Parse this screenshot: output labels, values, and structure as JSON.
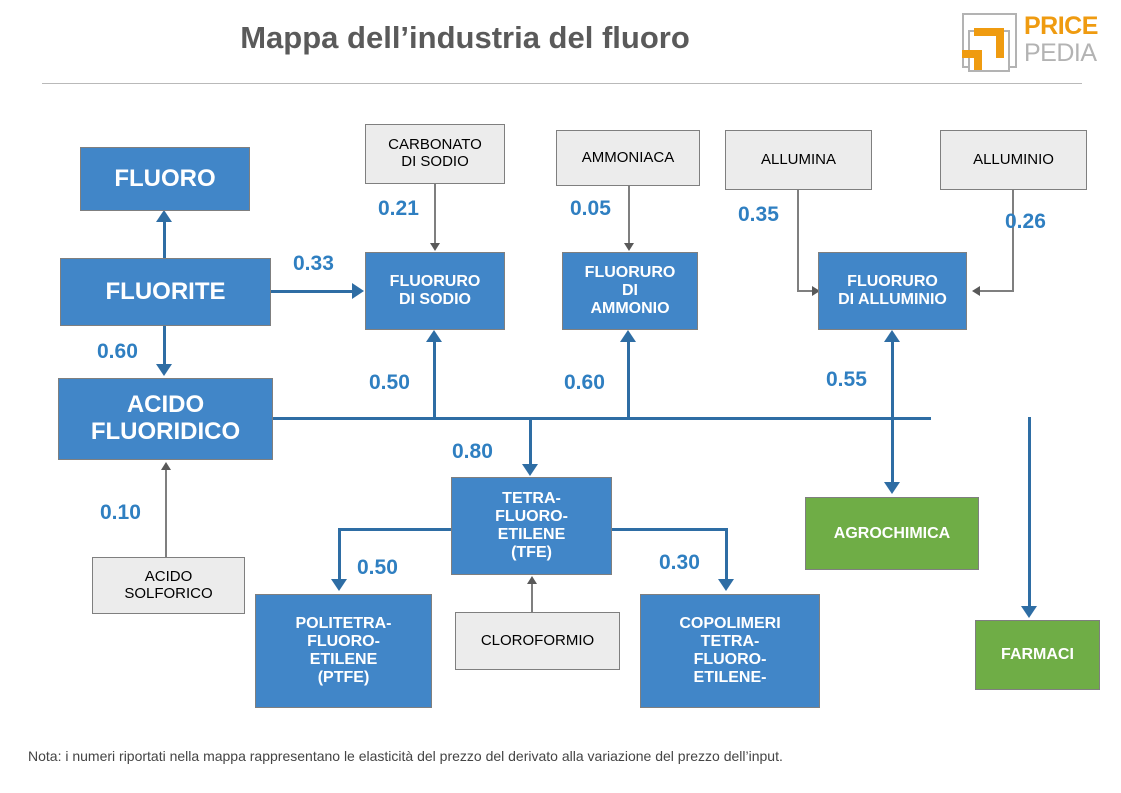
{
  "header": {
    "title": "Mappa dell’industria del fluoro",
    "logo_top": "PRICE",
    "logo_bottom": "PEDIA"
  },
  "footer": {
    "note": "Nota: i numeri riportati nella mappa rappresentano le elasticità del prezzo del derivato alla variazione del prezzo dell’input."
  },
  "colors": {
    "blue_node": "#4186c8",
    "grey_node": "#ececec",
    "green_node": "#6fad46",
    "connector": "#2e6da4",
    "connector_grey": "#7f7f7f",
    "label_blue": "#2f7fc1",
    "brand_orange": "#ef9b10",
    "title_grey": "#5a5a5a"
  },
  "chart_data": {
    "type": "diagram",
    "title": "Mappa dell’industria del fluoro",
    "nodes": [
      {
        "id": "fluoro",
        "label": "FLUORO",
        "kind": "blue"
      },
      {
        "id": "fluorite",
        "label": "FLUORITE",
        "kind": "blue"
      },
      {
        "id": "acido_fluoridico",
        "label": "ACIDO FLUORIDICO",
        "kind": "blue"
      },
      {
        "id": "acido_solforico",
        "label": "ACIDO SOLFORICO",
        "kind": "grey"
      },
      {
        "id": "carbonato_di_sodio",
        "label": "CARBONATO DI SODIO",
        "kind": "grey"
      },
      {
        "id": "fluoruro_di_sodio",
        "label": "FLUORURO DI SODIO",
        "kind": "blue"
      },
      {
        "id": "ammoniaca",
        "label": "AMMONIACA",
        "kind": "grey"
      },
      {
        "id": "fluoruro_di_ammonio",
        "label": "FLUORURO DI AMMONIO",
        "kind": "blue"
      },
      {
        "id": "allumina",
        "label": "ALLUMINA",
        "kind": "grey"
      },
      {
        "id": "alluminio",
        "label": "ALLUMINIO",
        "kind": "grey"
      },
      {
        "id": "fluoruro_di_alluminio",
        "label": "FLUORURO DI ALLUMINIO",
        "kind": "blue"
      },
      {
        "id": "tfe",
        "label": "TETRA-FLUORO-ETILENE (TFE)",
        "kind": "blue"
      },
      {
        "id": "cloroformio",
        "label": "CLOROFORMIO",
        "kind": "grey"
      },
      {
        "id": "ptfe",
        "label": "POLITETRA-FLUORO-ETILENE (PTFE)",
        "kind": "blue"
      },
      {
        "id": "copolimeri",
        "label": "COPOLIMERI TETRA-FLUORO-ETILENE-",
        "kind": "blue"
      },
      {
        "id": "agrochimica",
        "label": "AGROCHIMICA",
        "kind": "green"
      },
      {
        "id": "farmaci",
        "label": "FARMACI",
        "kind": "green"
      }
    ],
    "edges": [
      {
        "from": "fluorite",
        "to": "fluoro",
        "value": ""
      },
      {
        "from": "fluorite",
        "to": "fluoruro_di_sodio",
        "value": "0.33"
      },
      {
        "from": "fluorite",
        "to": "acido_fluoridico",
        "value": "0.60"
      },
      {
        "from": "acido_solforico",
        "to": "acido_fluoridico",
        "value": "0.10"
      },
      {
        "from": "carbonato_di_sodio",
        "to": "fluoruro_di_sodio",
        "value": "0.21"
      },
      {
        "from": "ammoniaca",
        "to": "fluoruro_di_ammonio",
        "value": "0.05"
      },
      {
        "from": "allumina",
        "to": "fluoruro_di_alluminio",
        "value": "0.35"
      },
      {
        "from": "alluminio",
        "to": "fluoruro_di_alluminio",
        "value": "0.26"
      },
      {
        "from": "acido_fluoridico",
        "to": "fluoruro_di_sodio",
        "value": "0.50"
      },
      {
        "from": "acido_fluoridico",
        "to": "fluoruro_di_ammonio",
        "value": "0.60"
      },
      {
        "from": "acido_fluoridico",
        "to": "fluoruro_di_alluminio",
        "value": "0.55"
      },
      {
        "from": "acido_fluoridico",
        "to": "tfe",
        "value": "0.80"
      },
      {
        "from": "acido_fluoridico",
        "to": "farmaci",
        "value": ""
      },
      {
        "from": "acido_fluoridico",
        "to": "agrochimica",
        "value": ""
      },
      {
        "from": "tfe",
        "to": "ptfe",
        "value": "0.50"
      },
      {
        "from": "tfe",
        "to": "copolimeri",
        "value": "0.30"
      },
      {
        "from": "cloroformio",
        "to": "tfe",
        "value": ""
      }
    ]
  },
  "nodes": {
    "fluoro": "FLUORO",
    "fluorite": "FLUORITE",
    "acido_fluoridico_l1": "ACIDO",
    "acido_fluoridico_l2": "FLUORIDICO",
    "acido_solforico_l1": "ACIDO",
    "acido_solforico_l2": "SOLFORICO",
    "carbonato_l1": "CARBONATO",
    "carbonato_l2": "DI SODIO",
    "fl_sodio_l1": "FLUORURO",
    "fl_sodio_l2": "DI SODIO",
    "ammoniaca": "AMMONIACA",
    "fl_ammonio_l1": "FLUORURO",
    "fl_ammonio_l2": "DI",
    "fl_ammonio_l3": "AMMONIO",
    "allumina": "ALLUMINA",
    "alluminio": "ALLUMINIO",
    "fl_alluminio_l1": "FLUORURO",
    "fl_alluminio_l2": "DI ALLUMINIO",
    "tfe_l1": "TETRA-",
    "tfe_l2": "FLUORO-",
    "tfe_l3": "ETILENE",
    "tfe_l4": "(TFE)",
    "cloroformio": "CLOROFORMIO",
    "ptfe_l1": "POLITETRA-",
    "ptfe_l2": "FLUORO-",
    "ptfe_l3": "ETILENE",
    "ptfe_l4": "(PTFE)",
    "copo_l1": "COPOLIMERI",
    "copo_l2": "TETRA-",
    "copo_l3": "FLUORO-",
    "copo_l4": "ETILENE-",
    "agrochimica": "AGROCHIMICA",
    "farmaci": "FARMACI"
  },
  "elasticities": {
    "carbonato_to_flsodio": "0.21",
    "ammoniaca_to_flammonio": "0.05",
    "allumina_to_flalluminio": "0.35",
    "alluminio_to_flalluminio": "0.26",
    "fluorite_to_flsodio": "0.33",
    "fluorite_to_acido": "0.60",
    "acido_to_flsodio": "0.50",
    "acido_to_flammonio": "0.60",
    "acido_to_flalluminio": "0.55",
    "acido_to_tfe": "0.80",
    "solforico_to_acido": "0.10",
    "tfe_to_ptfe": "0.50",
    "tfe_to_copolimeri": "0.30"
  }
}
